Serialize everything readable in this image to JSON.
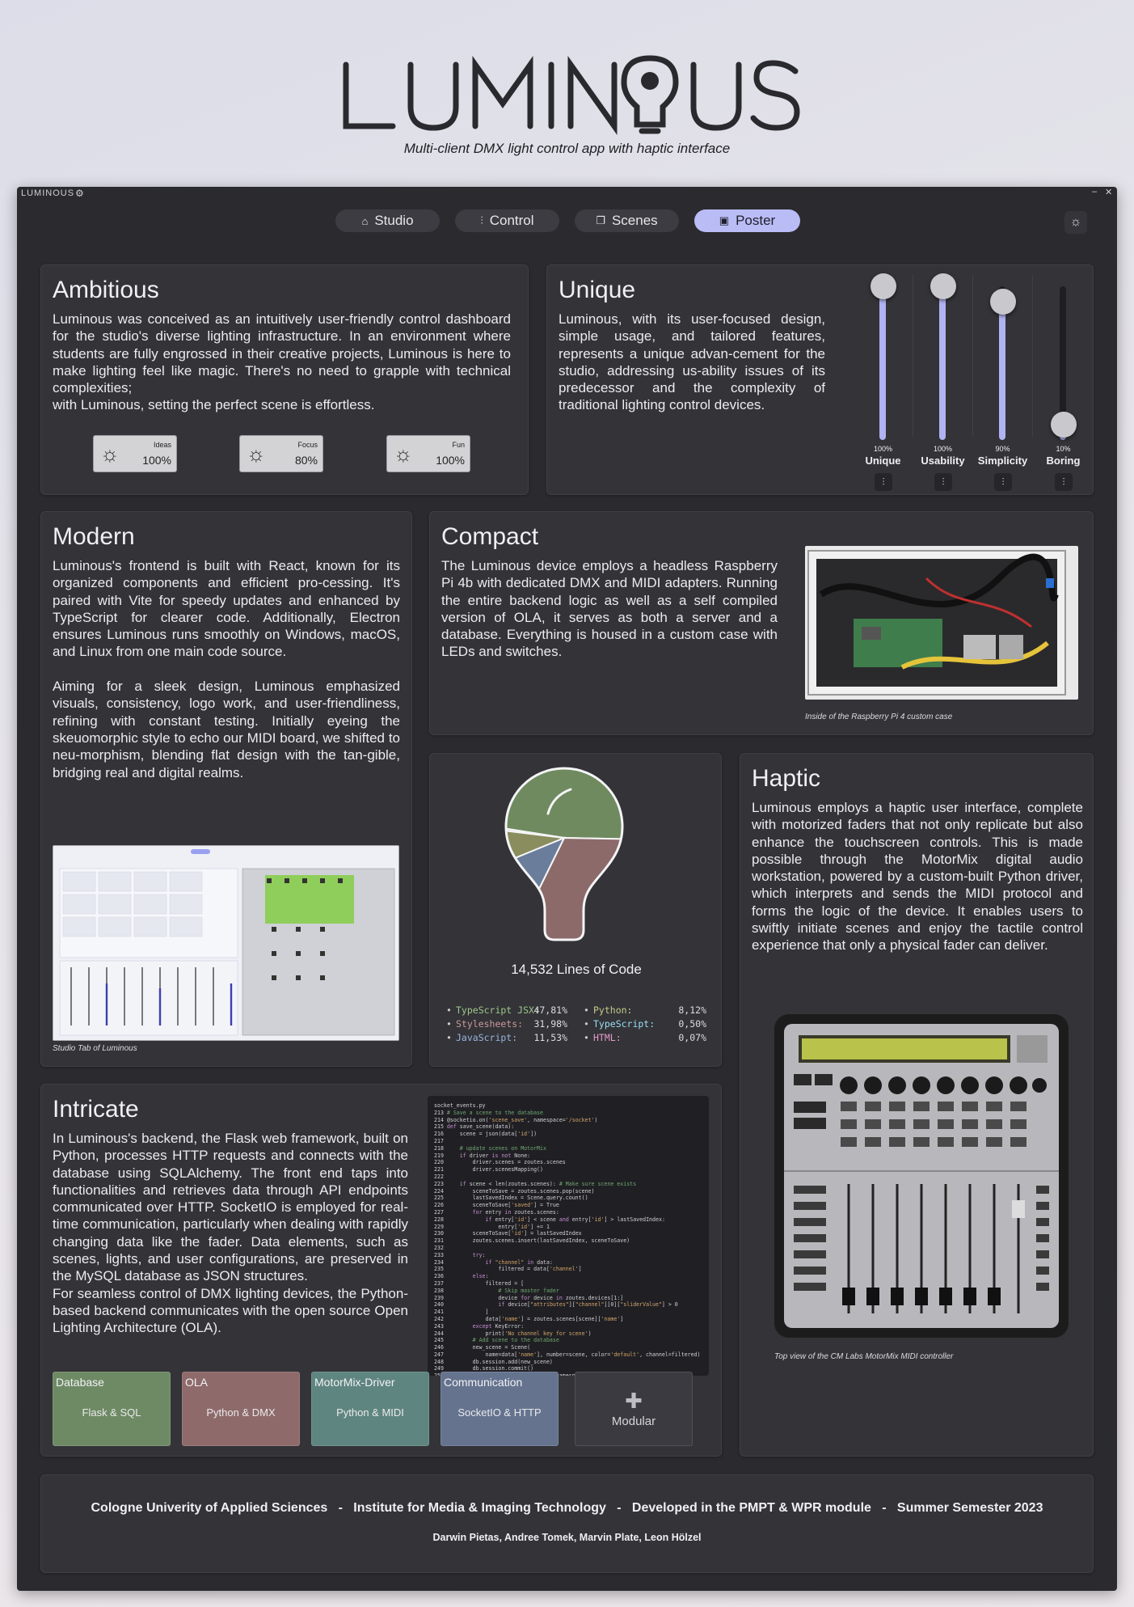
{
  "hero": {
    "logo": "LUMINOUS",
    "subtitle": "Multi-client DMX light control app with haptic interface"
  },
  "window": {
    "title": "LUMINOUS",
    "nav": [
      {
        "label": "Studio",
        "icon": "home-icon"
      },
      {
        "label": "Control",
        "icon": "sliders-icon"
      },
      {
        "label": "Scenes",
        "icon": "scenes-icon"
      },
      {
        "label": "Poster",
        "icon": "poster-icon",
        "active": true
      }
    ]
  },
  "ambitious": {
    "title": "Ambitious",
    "text": "Luminous was conceived as an intuitively user-friendly control dashboard for the studio's diverse lighting infrastructure. In an environment where students are fully engrossed in their creative projects, Luminous is here to make lighting feel like magic. There's no need to grapple with technical complexities;\nwith Luminous, setting the perfect scene is effortless.",
    "lights": [
      {
        "label": "Ideas",
        "value": "100%"
      },
      {
        "label": "Focus",
        "value": "80%"
      },
      {
        "label": "Fun",
        "value": "100%"
      }
    ]
  },
  "unique": {
    "title": "Unique",
    "text": "Luminous, with its user-focused design, simple usage, and tailored features, represents a unique advan-cement for the studio, addressing us-ability issues of its predecessor and the complexity of traditional lighting control devices.",
    "faders": [
      {
        "name": "Unique",
        "percent": "100%",
        "level": 1.0
      },
      {
        "name": "Usability",
        "percent": "100%",
        "level": 1.0
      },
      {
        "name": "Simplicity",
        "percent": "90%",
        "level": 0.9
      },
      {
        "name": "Boring",
        "percent": "10%",
        "level": 0.1
      }
    ]
  },
  "modern": {
    "title": "Modern",
    "text": "Luminous's frontend is built with React, known for its organized components and efficient pro-cessing. It's paired with Vite for speedy updates and enhanced by TypeScript for clearer code. Additionally, Electron ensures Luminous runs smoothly on Windows, macOS, and Linux from one main code source.\n\nAiming for a sleek design, Luminous emphasized visuals, consistency, logo work, and user-friendliness, refining with constant testing. Initially eyeing the skeuomorphic style to echo our MIDI board, we shifted to neu-morphism, blending flat design with the tan-gible, bridging real and digital realms.",
    "caption": "Studio Tab of Luminous"
  },
  "compact": {
    "title": "Compact",
    "text": "The Luminous device employs a headless Raspberry Pi 4b with dedicated DMX and MIDI adapters. Running the entire backend logic as well as a self compiled version of OLA, it serves as both a server and a database. Everything is housed in a custom case with LEDs and switches.",
    "caption": "Inside of the Raspberry Pi 4 custom case"
  },
  "code_stats": {
    "total": "14,532 Lines of Code",
    "languages": [
      {
        "name": "TypeScript JSX:",
        "percent": "47,81%",
        "share": 47.81,
        "color": "#6f8a5f"
      },
      {
        "name": "Stylesheets:",
        "percent": "31,98%",
        "share": 31.98,
        "color": "#8c6a6a"
      },
      {
        "name": "JavaScript:",
        "percent": "11,53%",
        "share": 11.53,
        "color": "#6a7d9a"
      },
      {
        "name": "Python:",
        "percent": "8,12%",
        "share": 8.12,
        "color": "#8a8d5e"
      },
      {
        "name": "TypeScript:",
        "percent": "0,50%",
        "share": 0.5,
        "color": "#6a9aa8"
      },
      {
        "name": "HTML:",
        "percent": "0,07%",
        "share": 0.07,
        "color": "#a06a8a"
      }
    ]
  },
  "haptic": {
    "title": "Haptic",
    "text": "Luminous employs a haptic user interface, complete with motorized faders that not only replicate but also enhance the touchscreen controls. This is made possible through the MotorMix digital audio workstation, powered by a custom-built Python driver, which interprets and sends the MIDI protocol and forms the logic of the device. It enables users to swiftly initiate scenes and enjoy the tactile control experience that only a physical fader can deliver.",
    "caption": "Top view of the CM Labs MotorMix MIDI controller"
  },
  "intricate": {
    "title": "Intricate",
    "text": "In Luminous's backend, the Flask web framework, built on Python, processes HTTP requests and connects with the database using SQLAlchemy. The front end taps into functionalities and retrieves data through API endpoints communicated over HTTP. SocketIO is employed for real-time communication, particularly when dealing with rapidly changing data like the fader. Data elements, such as scenes, lights, and user configurations, are preserved in the MySQL database as JSON structures.\nFor seamless control of DMX lighting devices, the Python-based backend communicates with the open source Open Lighting Architecture (OLA).",
    "code_file": "socket_events.py",
    "stack": [
      {
        "title": "Database",
        "subtitle": "Flask & SQL",
        "color": "#6e8a64"
      },
      {
        "title": "OLA",
        "subtitle": "Python & DMX",
        "color": "#8e6a6a"
      },
      {
        "title": "MotorMix-Driver",
        "subtitle": "Python & MIDI",
        "color": "#5f8580"
      },
      {
        "title": "Communication",
        "subtitle": "SocketIO & HTTP",
        "color": "#65738f"
      }
    ],
    "modular_label": "Modular"
  },
  "footer": {
    "line1": "Cologne Univerity of Applied Sciences   -   Institute for Media & Imaging Technology   -   Developed in the PMPT & WPR module   -   Summer Semester 2023",
    "line2": "Darwin Pietas, Andree Tomek, Marvin Plate, Leon Hölzel"
  }
}
